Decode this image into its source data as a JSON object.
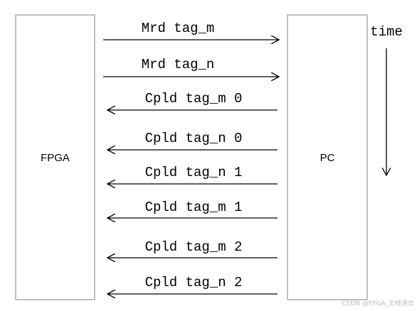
{
  "diagram": {
    "left_box_label": "FPGA",
    "right_box_label": "PC",
    "time_label": "time",
    "watermark": "CSDN @FPGA_无线通信",
    "messages": [
      {
        "text": "Mrd tag_m",
        "direction": "to-right"
      },
      {
        "text": "Mrd tag_n",
        "direction": "to-right"
      },
      {
        "text": "Cpld tag_m 0",
        "direction": "to-left"
      },
      {
        "text": "Cpld tag_n 0",
        "direction": "to-left"
      },
      {
        "text": "Cpld tag_n 1",
        "direction": "to-left"
      },
      {
        "text": "Cpld tag_m 1",
        "direction": "to-left"
      },
      {
        "text": "Cpld tag_m 2",
        "direction": "to-left"
      },
      {
        "text": "Cpld tag_n 2",
        "direction": "to-left"
      }
    ]
  }
}
